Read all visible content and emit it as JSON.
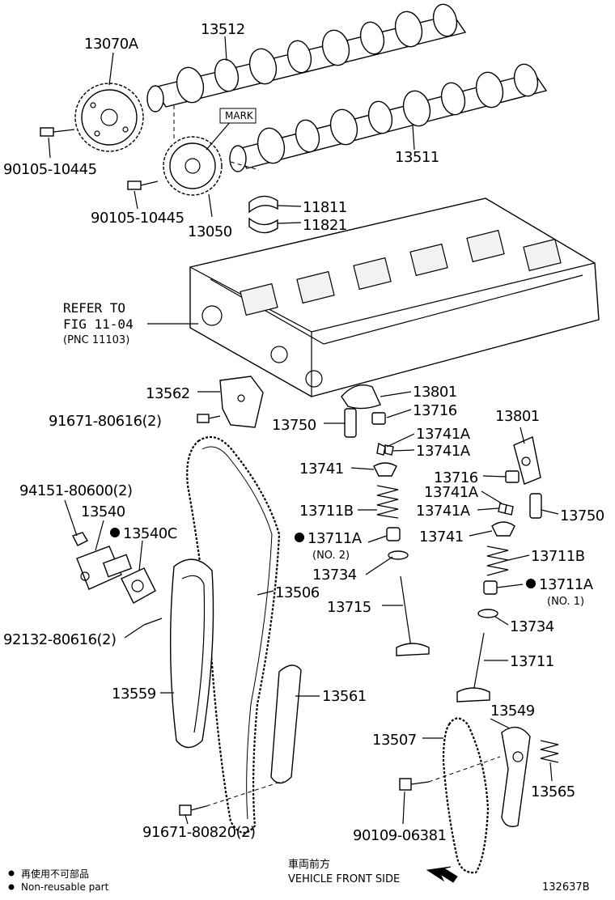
{
  "labels": {
    "p13070A": "13070A",
    "p13512": "13512",
    "p13511": "13511",
    "mark": "MARK",
    "p90105a": "90105-10445",
    "p90105b": "90105-10445",
    "p13050": "13050",
    "p11811": "11811",
    "p11821": "11821",
    "refer1": "REFER TO",
    "refer2": "FIG 11-04",
    "refer3": "(PNC 11103)",
    "p13562": "13562",
    "p91671a": "91671-80616(2)",
    "p13801a": "13801",
    "p13716a": "13716",
    "p13750a": "13750",
    "p13741Aa": "13741A",
    "p13741Ab": "13741A",
    "p13741a": "13741",
    "p13711Ba": "13711B",
    "p13711Aa": "13711A",
    "no2": "(NO. 2)",
    "p13734a": "13734",
    "p13506": "13506",
    "p13715": "13715",
    "p13801b": "13801",
    "p13716b": "13716",
    "p13741Ac": "13741A",
    "p13741Ad": "13741A",
    "p13750b": "13750",
    "p13741b": "13741",
    "p13711Bb": "13711B",
    "p13711Ab": "13711A",
    "no1": "(NO. 1)",
    "p13734b": "13734",
    "p13711": "13711",
    "p94151": "94151-80600(2)",
    "p13540": "13540",
    "p13540C": "13540C",
    "p92132": "92132-80616(2)",
    "p13559": "13559",
    "p13561": "13561",
    "p13549": "13549",
    "p13507": "13507",
    "p13565": "13565",
    "p90109": "90109-06381",
    "p91671b": "91671-80820(2)"
  },
  "footer": {
    "front_jp": "車両前方",
    "front_en": "VEHICLE FRONT SIDE",
    "legend_jp": "再使用不可部品",
    "legend_en": "Non-reusable part",
    "fig_id": "132637B"
  }
}
